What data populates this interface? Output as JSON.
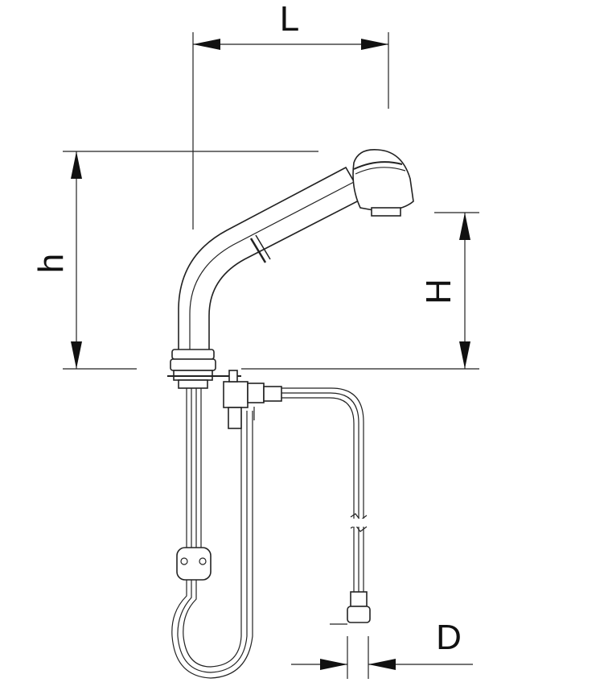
{
  "dimensions": {
    "L": "L",
    "h": "h",
    "H": "H",
    "D": "D"
  },
  "icons": {
    "faucet": "kitchen-faucet-with-pull-out-spray-icon"
  },
  "colors": {
    "line": "#222222",
    "background": "#ffffff"
  }
}
